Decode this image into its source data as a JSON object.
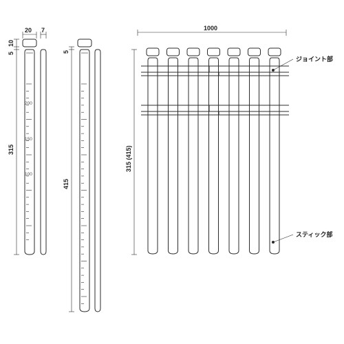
{
  "dimensions": {
    "d20": "20",
    "d7": "7",
    "d5_left": "5",
    "d10": "10",
    "d315": "315",
    "d5_mid": "5",
    "d415": "415",
    "d1000": "1000",
    "d315_415": "315 (415)"
  },
  "scale_marks": {
    "m200": "200",
    "m150": "150",
    "m100": "100"
  },
  "labels": {
    "joint": "ジョイント部",
    "stick": "スティック部"
  }
}
